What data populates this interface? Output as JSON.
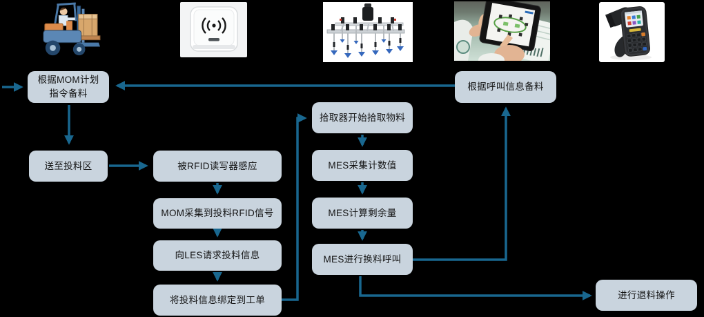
{
  "diagram": {
    "background": "#000000",
    "colors": {
      "box_fill": "#c9d4de",
      "box_text": "#121212",
      "arrow": "#19678f"
    },
    "nodes": {
      "prepare_mom_line1": "根据MOM计划",
      "prepare_mom_line2": "指令备料",
      "send_to_feeding_area": "送至投料区",
      "rfid_sensed": "被RFID读写器感应",
      "mom_collect_rfid": "MOM采集到投料RFID信号",
      "les_request_info": "向LES请求投料信息",
      "bind_to_workorder": "将投料信息绑定到工单",
      "picker_start": "拾取器开始拾取物料",
      "mes_collect_count": "MES采集计数值",
      "mes_calc_remaining": "MES计算剩余量",
      "mes_refill_call": "MES进行换料呼叫",
      "prepare_by_call": "根据呼叫信息备料",
      "return_material": "进行退料操作"
    },
    "icons": [
      {
        "name": "forklift-image"
      },
      {
        "name": "rfid-reader-image"
      },
      {
        "name": "picker-tool-image"
      },
      {
        "name": "tablet-mes-image"
      },
      {
        "name": "handheld-terminal-image"
      }
    ]
  }
}
